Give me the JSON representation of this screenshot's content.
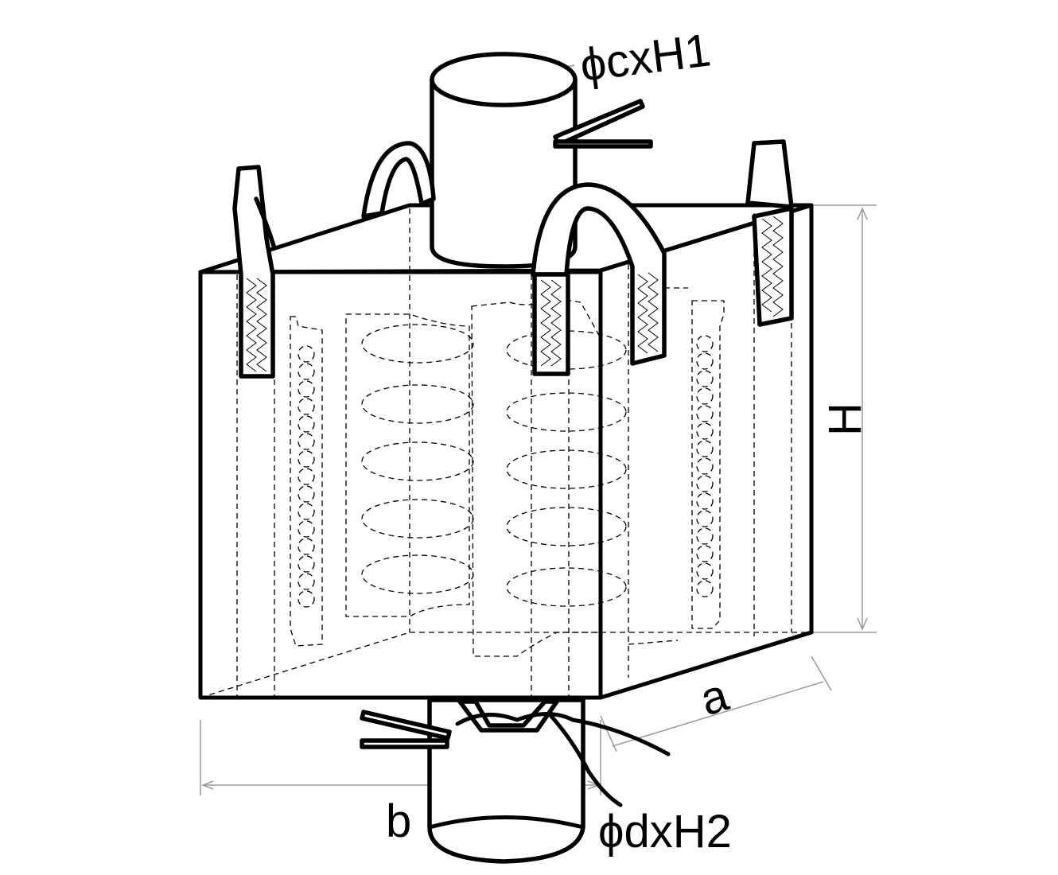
{
  "labels": {
    "top_spout": "ϕcxH1",
    "bottom_spout": "ϕdxH2",
    "height": "H",
    "depth": "a",
    "width": "b"
  }
}
